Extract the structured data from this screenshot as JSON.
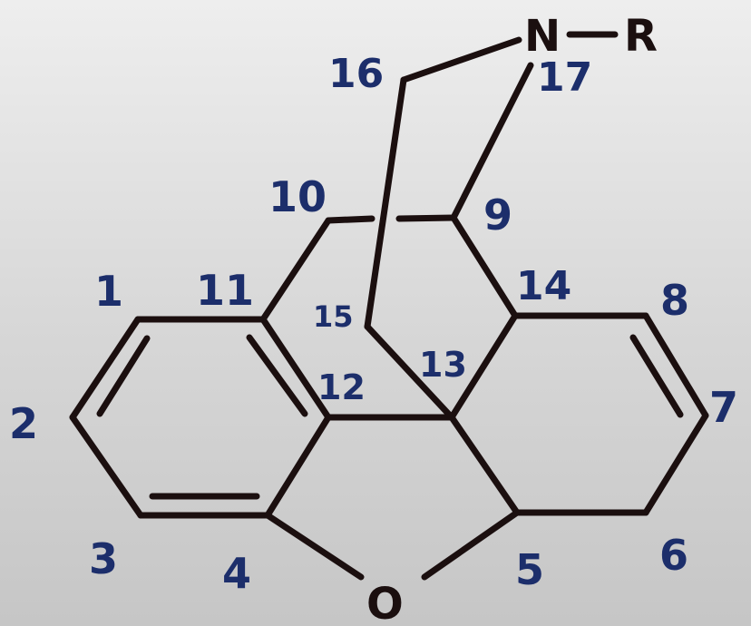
{
  "colors": {
    "bond": "#1b0f0f",
    "label": "#1c2e6b",
    "background": "#d9d9d9"
  },
  "atoms": {
    "nitrogen": "N",
    "substituent": "R",
    "oxygen": "O"
  },
  "locants": {
    "c1": "1",
    "c2": "2",
    "c3": "3",
    "c4": "4",
    "c5": "5",
    "c6": "6",
    "c7": "7",
    "c8": "8",
    "c9": "9",
    "c10": "10",
    "c11": "11",
    "c12": "12",
    "c13": "13",
    "c14": "14",
    "c15": "15",
    "c16": "16",
    "c17": "17"
  }
}
